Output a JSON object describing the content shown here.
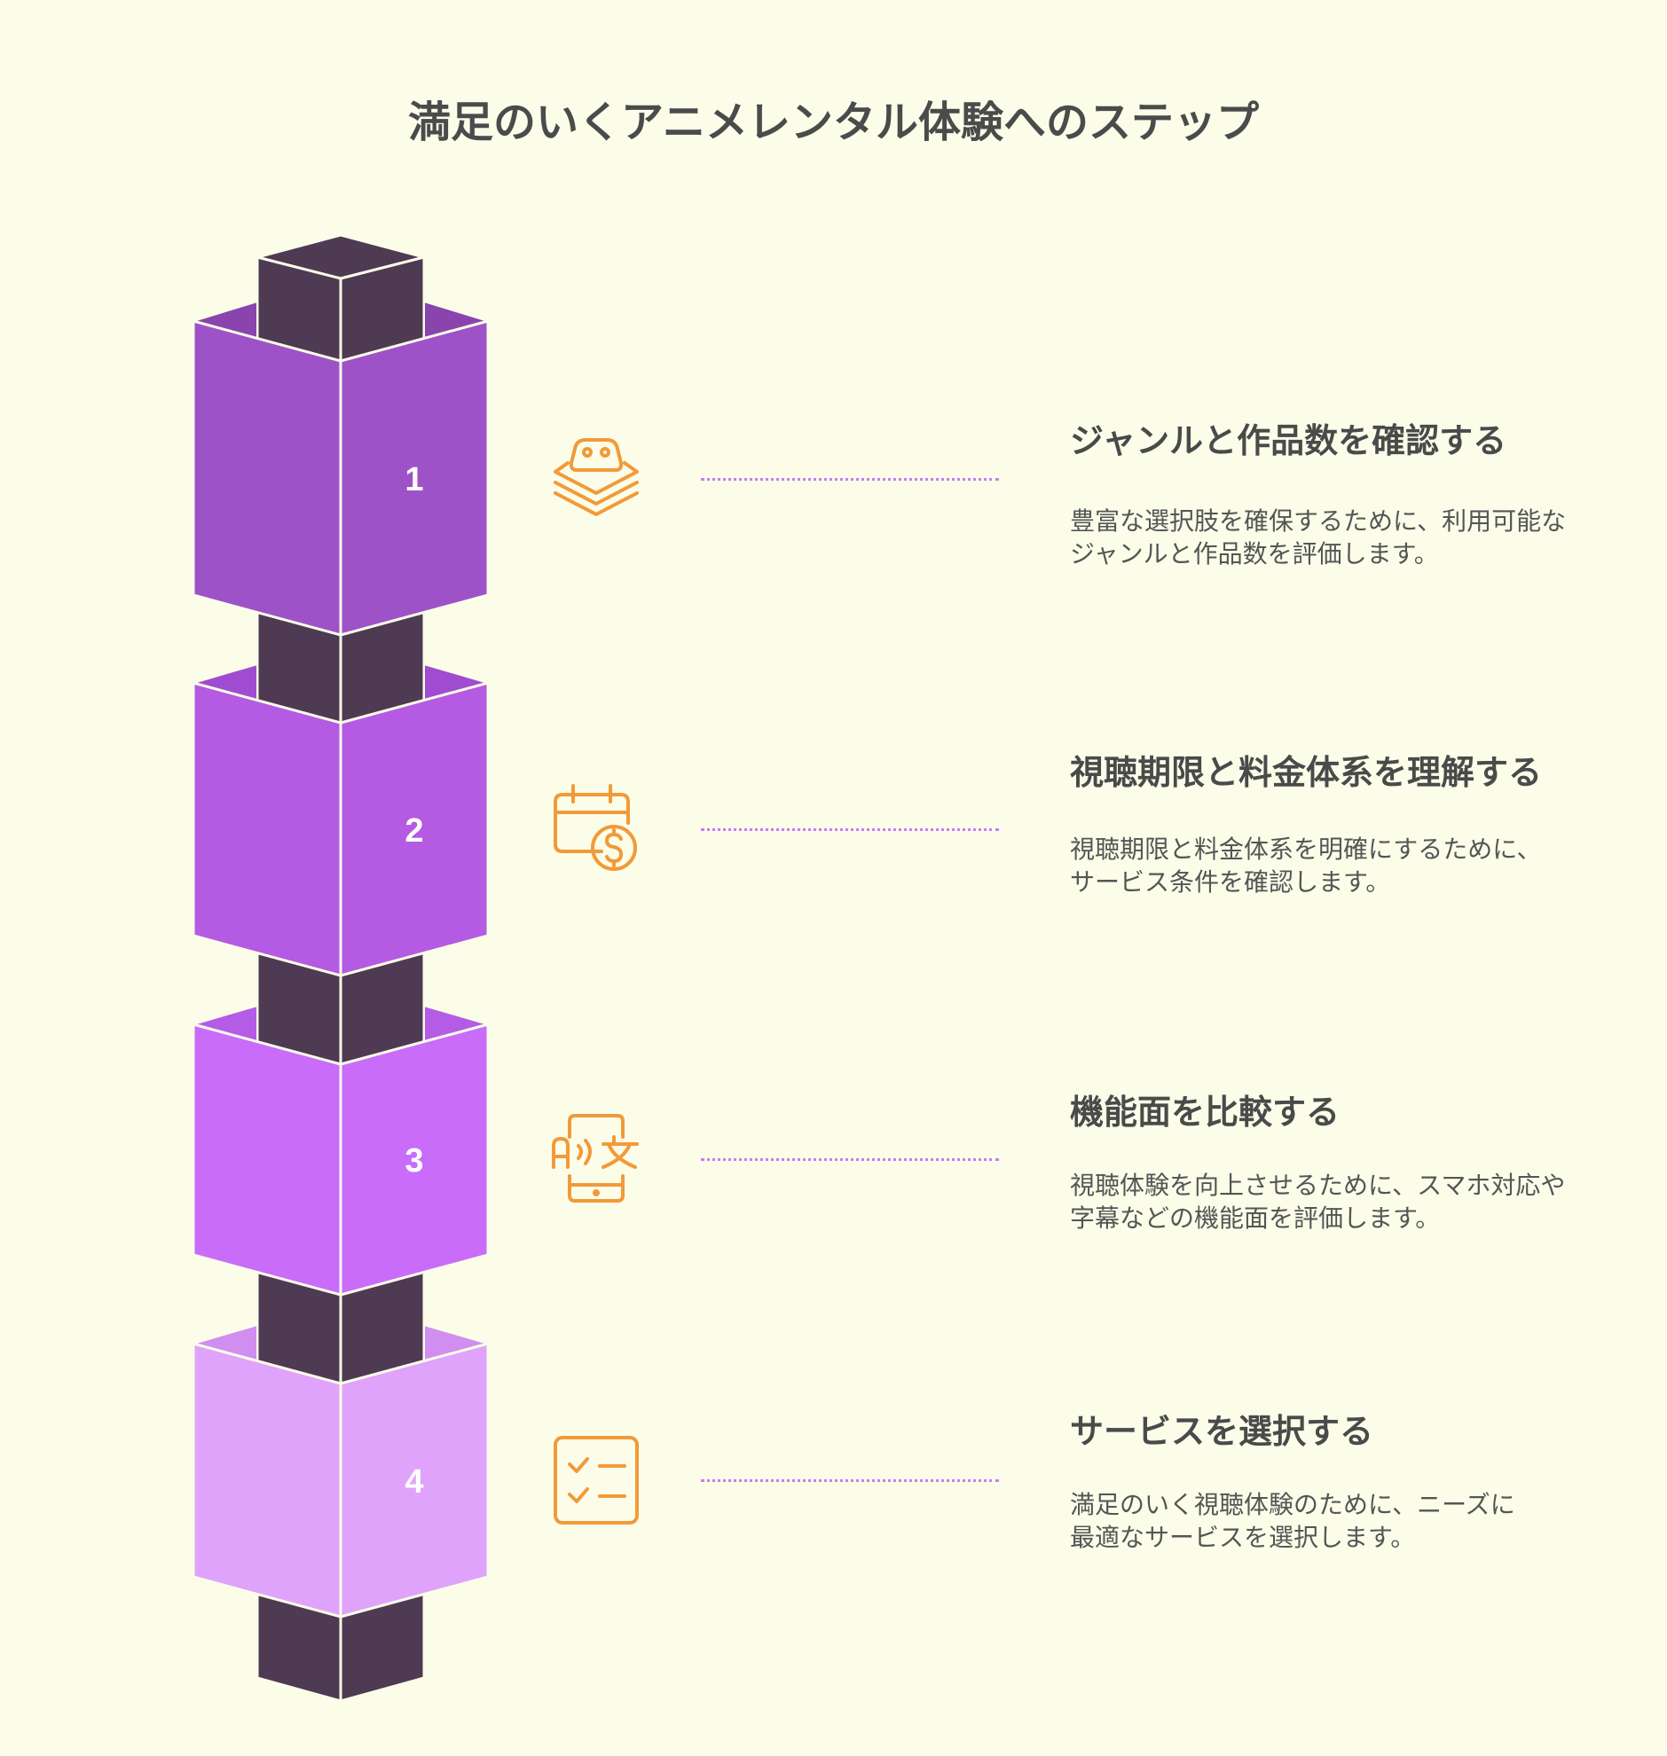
{
  "title": "満足のいくアニメレンタル体験へのステップ",
  "colors": {
    "background": "#fbfde9",
    "core": "#4e3a52",
    "icon": "#f29a38",
    "connector": "#c97bf5",
    "block1": "#9e52c8",
    "block2": "#b55ae3",
    "block3": "#c96cfa",
    "block4": "#e0a3fc"
  },
  "steps": [
    {
      "number": "1",
      "icon": "gamepad-stack-icon",
      "title": "ジャンルと作品数を確認する",
      "description": "豊富な選択肢を確保するために、利用可能なジャンルと作品数を評価します。"
    },
    {
      "number": "2",
      "icon": "calendar-dollar-icon",
      "title": "視聴期限と料金体系を理解する",
      "description": "視聴期限と料金体系を明確にするために、サービス条件を確認します。"
    },
    {
      "number": "3",
      "icon": "phone-translate-icon",
      "title": "機能面を比較する",
      "description": "視聴体験を向上させるために、スマホ対応や字幕などの機能面を評価します。"
    },
    {
      "number": "4",
      "icon": "checklist-icon",
      "title": "サービスを選択する",
      "description": "満足のいく視聴体験のために、ニーズに最適なサービスを選択します。"
    }
  ]
}
